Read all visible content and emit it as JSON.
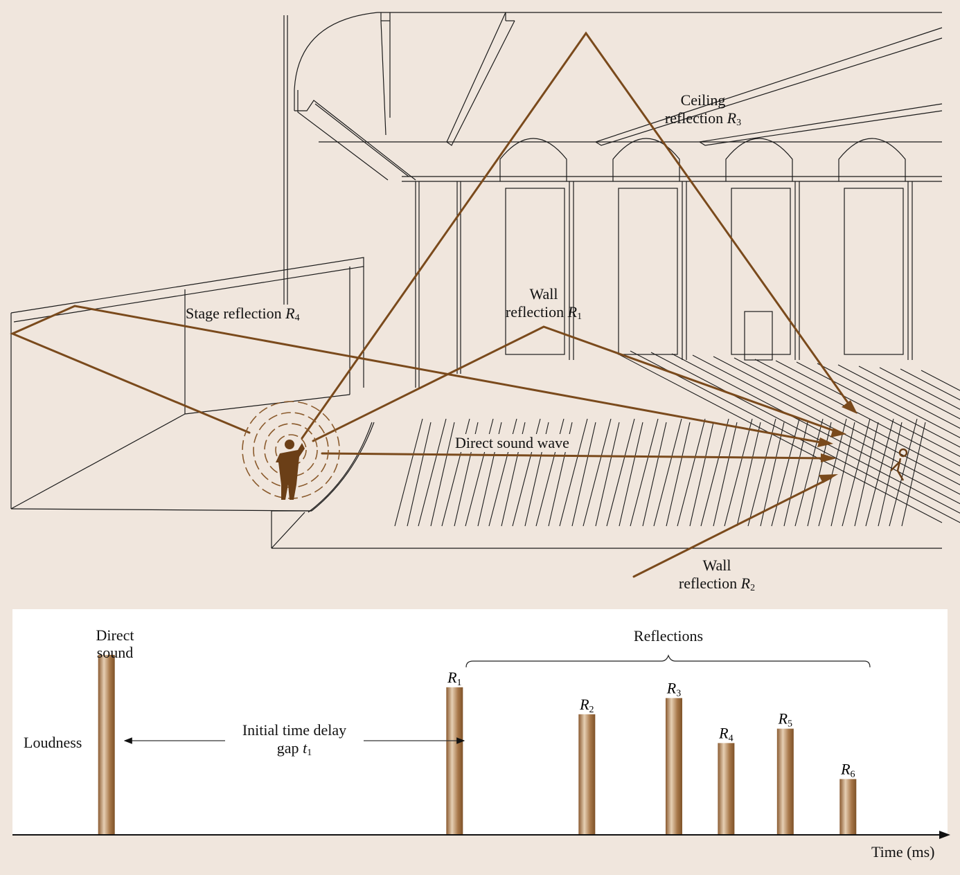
{
  "illustration": {
    "labels": {
      "ceiling_reflection": {
        "line1": "Ceiling",
        "line2": "reflection",
        "var": "R",
        "sub": "3"
      },
      "stage_reflection": {
        "text": "Stage reflection",
        "var": "R",
        "sub": "4"
      },
      "wall_reflection_1": {
        "line1": "Wall",
        "line2": "reflection",
        "var": "R",
        "sub": "1"
      },
      "direct_sound_wave": {
        "text": "Direct sound wave"
      },
      "wall_reflection_2": {
        "line1": "Wall",
        "line2": "reflection",
        "var": "R",
        "sub": "2"
      }
    },
    "colors": {
      "ray": "#7a4a1c",
      "line": "#1a1a1a",
      "figure": "#6b3f17",
      "background": "#f0e6dd"
    }
  },
  "chart_data": {
    "type": "bar",
    "title": "",
    "xlabel": "Time (ms)",
    "ylabel": "Loudness",
    "categories": [
      "Direct sound",
      "R1",
      "R2",
      "R3",
      "R4",
      "R5",
      "R6"
    ],
    "series": [
      {
        "name": "Loudness",
        "x": [
          0,
          100,
          138,
          163,
          178,
          195,
          213
        ],
        "values": [
          1.0,
          0.82,
          0.67,
          0.76,
          0.51,
          0.59,
          0.31
        ]
      }
    ],
    "bar_labels": [
      {
        "var": "",
        "sub": "",
        "text": "Direct sound"
      },
      {
        "var": "R",
        "sub": "1"
      },
      {
        "var": "R",
        "sub": "2"
      },
      {
        "var": "R",
        "sub": "3"
      },
      {
        "var": "R",
        "sub": "4"
      },
      {
        "var": "R",
        "sub": "5"
      },
      {
        "var": "R",
        "sub": "6"
      }
    ],
    "annotations": {
      "direct_sound_line1": "Direct",
      "direct_sound_line2": "sound",
      "gap_line1": "Initial time delay",
      "gap_line2": "gap",
      "gap_var": "t",
      "gap_sub": "1",
      "reflections_bracket": "Reflections"
    },
    "xlim": [
      -27,
      240
    ],
    "ylim": [
      0,
      1.1
    ],
    "grid": false,
    "legend": "none",
    "colors": {
      "bar_dark": "#7e5228",
      "bar_light": "#e6cfb3",
      "axis": "#111111"
    }
  }
}
